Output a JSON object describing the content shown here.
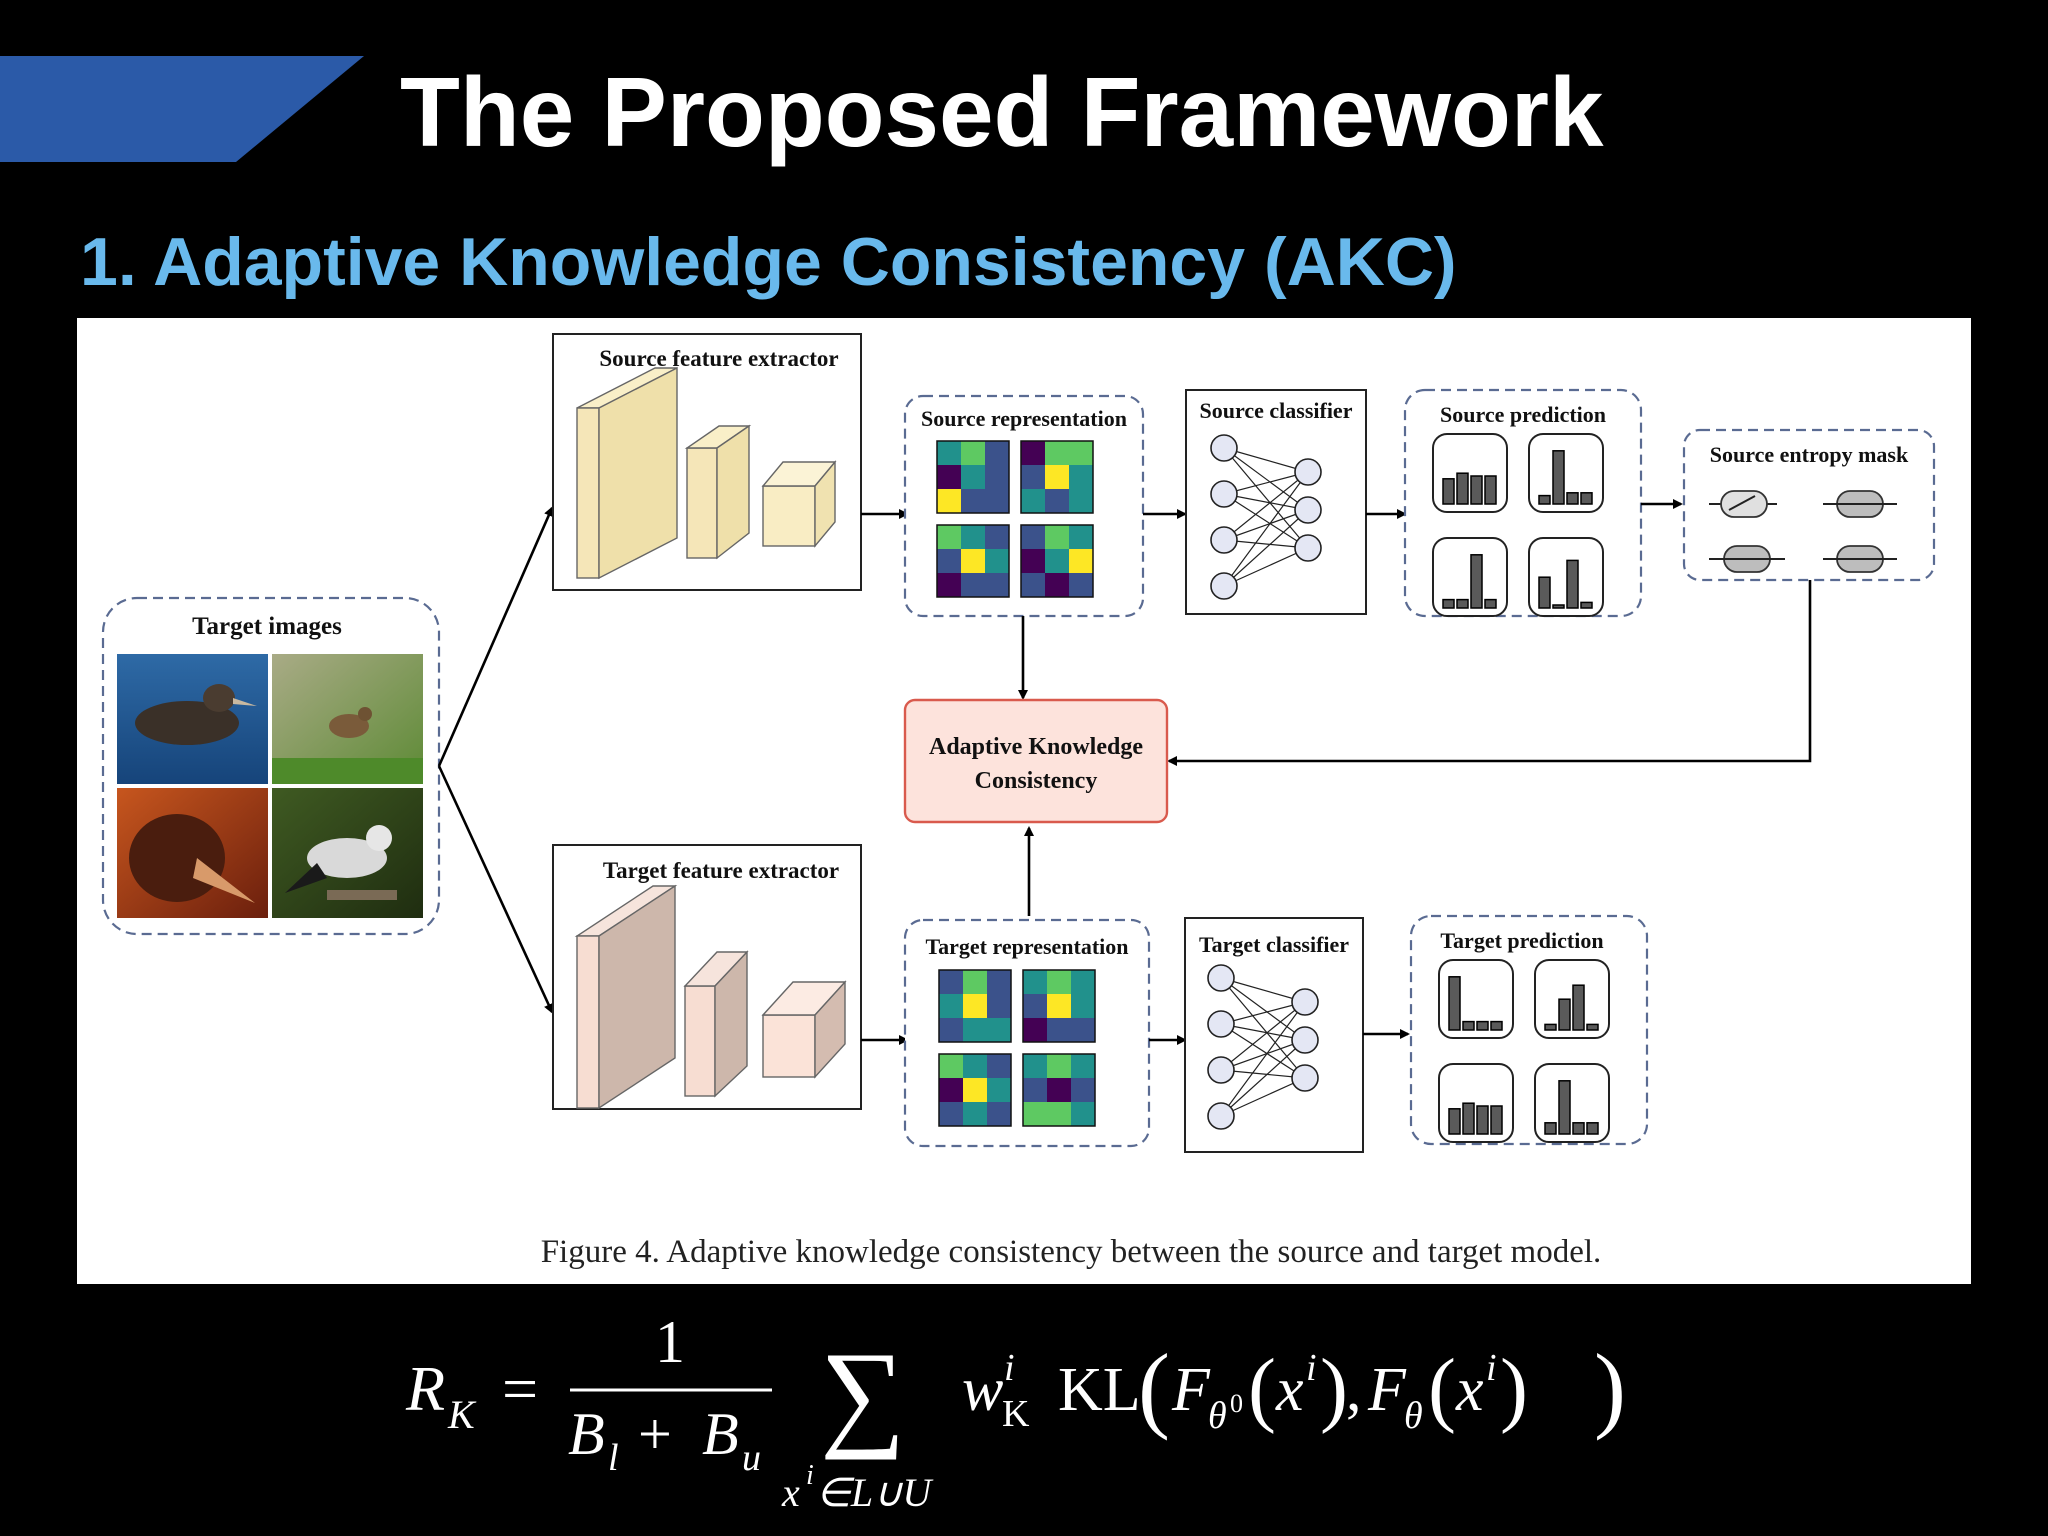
{
  "slide": {
    "title": "The Proposed Framework",
    "section_heading": "1. Adaptive Knowledge Consistency (AKC)",
    "accent_color": "#2b5aa8",
    "heading_color": "#69b9ec"
  },
  "diagram": {
    "target_images_label": "Target images",
    "target_images": [
      "bird-photo-albatross-on-water",
      "bird-photo-sparrow-in-grass",
      "bird-photo-albatross-closeup",
      "bird-photo-nutcracker-on-branch"
    ],
    "source_branch": {
      "extractor_label": "Source feature extractor",
      "representation_label": "Source representation",
      "classifier_label": "Source classifier",
      "prediction_label": "Source prediction",
      "mask_label": "Source entropy mask"
    },
    "target_branch": {
      "extractor_label": "Target feature extractor",
      "representation_label": "Target  representation",
      "classifier_label": "Target classifier",
      "prediction_label": "Target prediction"
    },
    "akc_label_line1": "Adaptive Knowledge",
    "akc_label_line2": "Consistency",
    "source_prediction_bars": [
      [
        0.45,
        0.55,
        0.5,
        0.5
      ],
      [
        0.15,
        0.95,
        0.2,
        0.2
      ],
      [
        0.15,
        0.15,
        0.95,
        0.15
      ],
      [
        0.55,
        0.05,
        0.85,
        0.1
      ]
    ],
    "target_prediction_bars": [
      [
        0.95,
        0.15,
        0.15,
        0.15
      ],
      [
        0.1,
        0.55,
        0.8,
        0.1
      ],
      [
        0.45,
        0.55,
        0.5,
        0.5
      ],
      [
        0.2,
        0.95,
        0.2,
        0.2
      ]
    ],
    "caption": "Figure 4. Adaptive knowledge consistency between the source and target model."
  },
  "formula": {
    "lhs_symbol": "R",
    "lhs_subscript": "K",
    "equals": "=",
    "numerator": "1",
    "denominator_a": "B",
    "denominator_a_sub": "l",
    "plus": "+",
    "denominator_b": "B",
    "denominator_b_sub": "u",
    "sum_symbol": "∑",
    "sum_index": "x",
    "sum_index_sup": "i",
    "sum_set": "∈L∪U",
    "weight": "w",
    "weight_sup": "i",
    "weight_sub": "K",
    "kl": "KL",
    "f_first": "F",
    "f_first_sub": "θ",
    "f_first_sub_sup": "0",
    "arg": "x",
    "arg_sup": "i",
    "comma": ",",
    "f_second": "F",
    "f_second_sub": "θ"
  }
}
